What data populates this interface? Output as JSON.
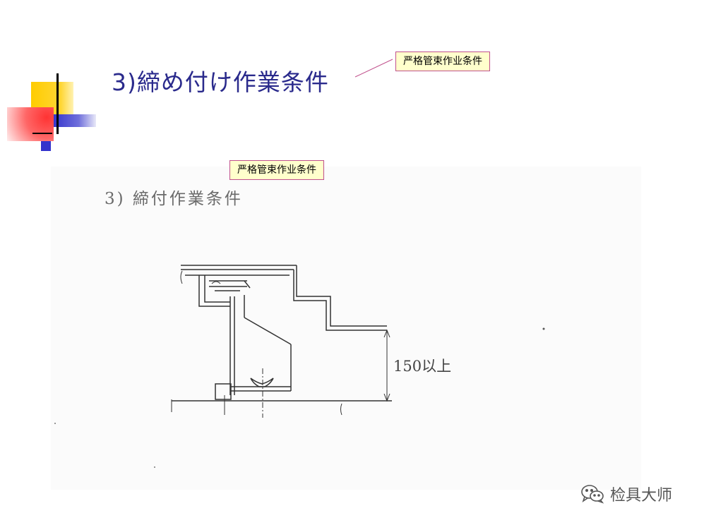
{
  "slide": {
    "title": "3)締め付け作業条件"
  },
  "callouts": [
    {
      "text": "严格管束作业条件"
    },
    {
      "text": "严格管束作业条件"
    }
  ],
  "scan": {
    "heading": "3) 締付作業条件",
    "dimension_label": "150以上"
  },
  "watermark": {
    "icon": "wechat-icon",
    "text": "检具大师"
  },
  "colors": {
    "title": "#2a2a8c",
    "callout_bg": "#ffffcc",
    "callout_border": "#c0508c",
    "deco_yellow": "#ffcc00",
    "deco_red": "#ff3333",
    "deco_blue": "#3333cc"
  }
}
